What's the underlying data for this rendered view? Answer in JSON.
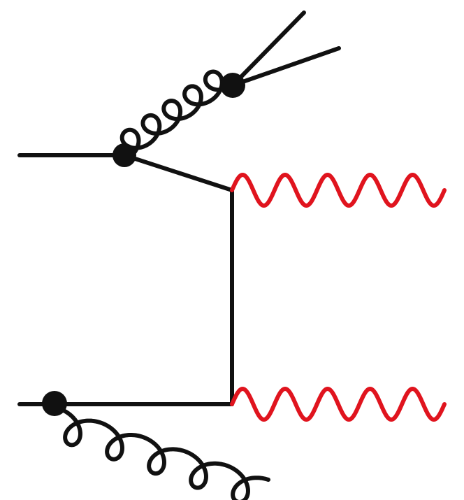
{
  "diagram": {
    "type": "feynman-diagram",
    "colors": {
      "fermion": "#111111",
      "gluon": "#111111",
      "photon": "#e0141e",
      "vertex": "#111111",
      "background": "#ffffff"
    },
    "elements": [
      {
        "name": "incoming-quark-line",
        "kind": "fermion"
      },
      {
        "name": "gluon-emission-upper",
        "kind": "gluon"
      },
      {
        "name": "gluon-splitting-vertex",
        "kind": "vertex"
      },
      {
        "name": "outgoing-quark-line-a",
        "kind": "fermion"
      },
      {
        "name": "outgoing-quark-line-b",
        "kind": "fermion"
      },
      {
        "name": "quark-propagator-upper",
        "kind": "fermion"
      },
      {
        "name": "quark-exchange-vertical",
        "kind": "fermion"
      },
      {
        "name": "photon-line-upper",
        "kind": "photon"
      },
      {
        "name": "photon-line-lower",
        "kind": "photon"
      },
      {
        "name": "incoming-antiquark-line",
        "kind": "fermion"
      },
      {
        "name": "gluon-emission-lower",
        "kind": "gluon"
      }
    ]
  }
}
